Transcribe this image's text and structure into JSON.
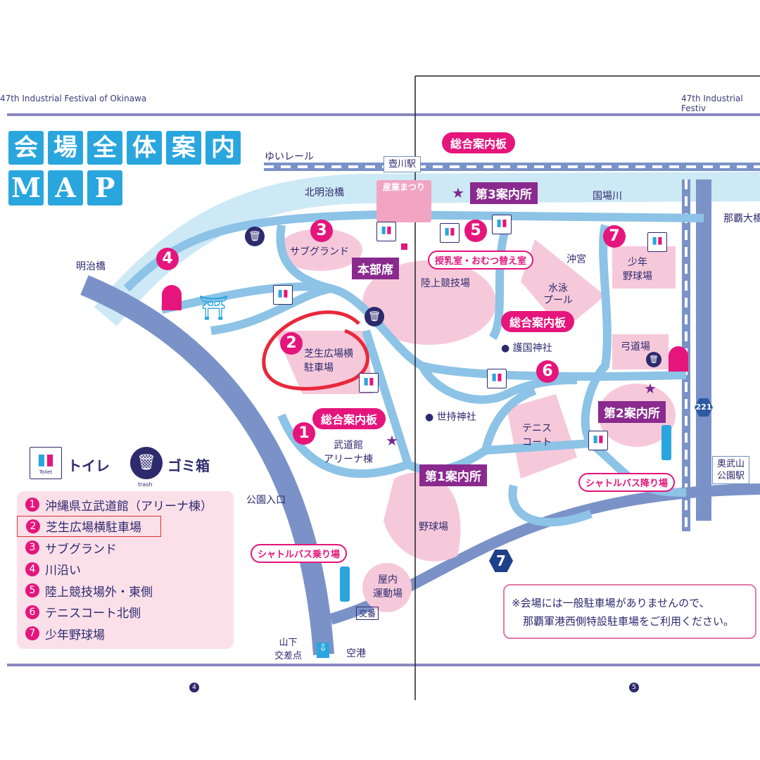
{
  "header": {
    "left": "47th Industrial Festival of Okinawa",
    "right": "47th Industrial Festiv"
  },
  "title": {
    "line1": [
      "会",
      "場",
      "全",
      "体",
      "案",
      "内"
    ],
    "line2": [
      "M",
      "A",
      "P"
    ]
  },
  "legend_icons": {
    "toilet_label": "トイレ",
    "toilet_caption": "Toilet",
    "trash_label": "ゴミ箱",
    "trash_caption": "trash"
  },
  "legend": [
    {
      "n": "1",
      "label": "沖縄県立武道館（アリーナ棟）"
    },
    {
      "n": "2",
      "label": "芝生広場横駐車場"
    },
    {
      "n": "3",
      "label": "サブグランド"
    },
    {
      "n": "4",
      "label": "川沿い"
    },
    {
      "n": "5",
      "label": "陸上競技場外・東側"
    },
    {
      "n": "6",
      "label": "テニスコート北側"
    },
    {
      "n": "7",
      "label": "少年野球場"
    }
  ],
  "map": {
    "yui_rail": "ゆいレール",
    "tsubogawa_station": "壺川駅",
    "kita_meiji_bridge": "北明治橋",
    "sangyo_gate": "産業まつり",
    "info_board": "総合案内板",
    "info3": "第3案内所",
    "info2": "第2案内所",
    "info1": "第1案内所",
    "hq": "本部席",
    "nursing_room": "授乳室・おむつ替え室",
    "kokuba_river": "国場川",
    "naha_bridge": "那覇大橋",
    "meiji_bridge": "明治橋",
    "sub_ground": "サブグランド",
    "stadium": "陸上競技場",
    "okinomiya": "沖宮",
    "pool": "水泳\nプール",
    "youth_baseball": "少年\n野球場",
    "gokoku": "● 護国神社",
    "kyudo": "弓道場",
    "shiba_parking": "芝生広場横\n駐車場",
    "sejimochi": "● 世持神社",
    "tennis": "テニス\nコート",
    "budokan": "武道館\nアリーナ棟",
    "park_entrance": "公園入口",
    "shuttle_stop": "シャトルバス乗り場",
    "shuttle_drop": "シャトルバス降り場",
    "baseball": "野球場",
    "indoor": "屋内\n運動場",
    "koban": "交番",
    "yamashita": "山下\n交差点",
    "airport": "空港",
    "onoyama_station": "奥武山\n公園駅",
    "route221": "221",
    "route7": "7"
  },
  "note": {
    "line1": "※会場には一般駐車場がありませんので、",
    "line2": "那覇軍港西側特設駐車場をご利用ください。"
  },
  "pages": {
    "left": "4",
    "right": "5"
  }
}
